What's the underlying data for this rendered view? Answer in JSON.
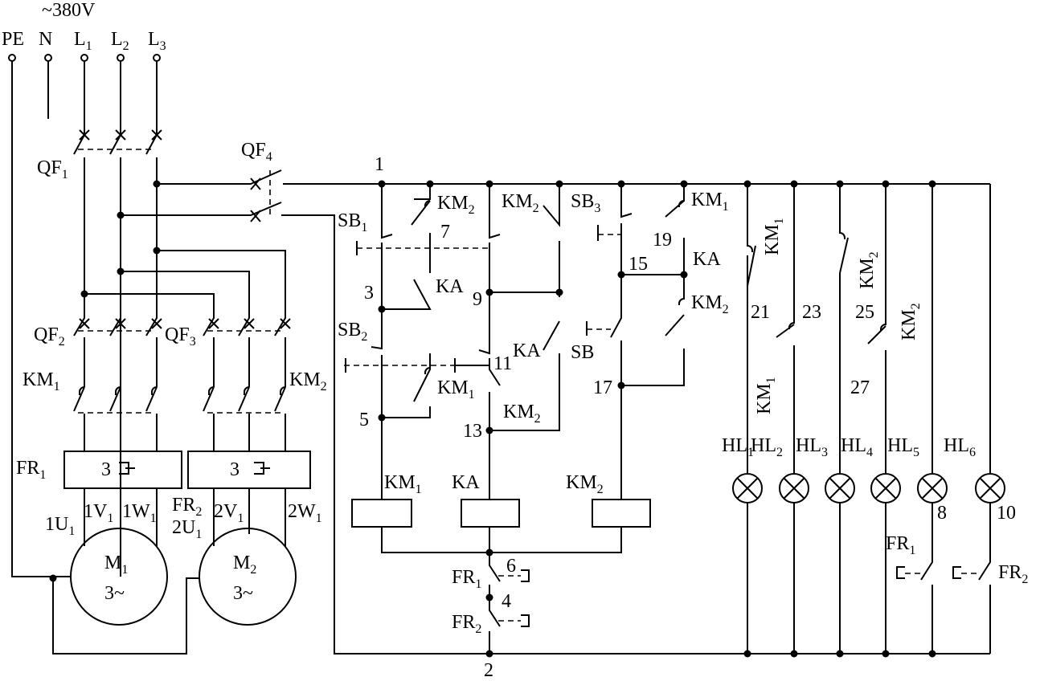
{
  "supply": {
    "voltage": "~380V",
    "pe": "PE",
    "n": "N",
    "l1": "L",
    "l1_sub": "1",
    "l2": "L",
    "l2_sub": "2",
    "l3": "L",
    "l3_sub": "3"
  },
  "power": {
    "qf1": "QF",
    "qf1_sub": "1",
    "qf2": "QF",
    "qf2_sub": "2",
    "qf3": "QF",
    "qf3_sub": "3",
    "qf4": "QF",
    "qf4_sub": "4",
    "km1": "KM",
    "km1_sub": "1",
    "km2": "KM",
    "km2_sub": "2",
    "fr1": "FR",
    "fr1_sub": "1",
    "fr2": "FR",
    "fr2_sub": "2",
    "fr_box1": "3",
    "fr_box2": "3",
    "t_1u": "1U",
    "t_1u_sub": "1",
    "t_1v": "1V",
    "t_1v_sub": "1",
    "t_1w": "1W",
    "t_1w_sub": "1",
    "t_2u": "2U",
    "t_2u_sub": "1",
    "t_2v": "2V",
    "t_2v_sub": "1",
    "t_2w": "2W",
    "t_2w_sub": "1",
    "m1": "M",
    "m1_sub": "1",
    "m1_phase": "3~",
    "m2": "M",
    "m2_sub": "2",
    "m2_phase": "3~"
  },
  "control": {
    "node1": "1",
    "node2": "2",
    "node3": "3",
    "node4": "4",
    "node5": "5",
    "node6": "6",
    "node7": "7",
    "node9": "9",
    "node11": "11",
    "node13": "13",
    "node15": "15",
    "node17": "17",
    "node19": "19",
    "sb1": "SB",
    "sb1_sub": "1",
    "sb2": "SB",
    "sb2_sub": "2",
    "sb3": "SB",
    "sb3_sub": "3",
    "sb": "SB",
    "ka": "KA",
    "km1": "KM",
    "km1_sub": "1",
    "km2": "KM",
    "km2_sub": "2",
    "coil_km1": "KM",
    "coil_km1_sub": "1",
    "coil_ka": "KA",
    "coil_km2": "KM",
    "coil_km2_sub": "2",
    "fr1": "FR",
    "fr1_sub": "1",
    "fr2": "FR",
    "fr2_sub": "2"
  },
  "lamps": {
    "node21": "21",
    "node23": "23",
    "node25": "25",
    "node27": "27",
    "node8": "8",
    "node10": "10",
    "hl": "HL",
    "hl1_sub": "1",
    "hl2_sub": "2",
    "hl3_sub": "3",
    "hl4_sub": "4",
    "hl5_sub": "5",
    "hl6_sub": "6",
    "km1": "KM",
    "km1_sub": "1",
    "km2": "KM",
    "km2_sub": "2",
    "fr1": "FR",
    "fr1_sub": "1",
    "fr2": "FR",
    "fr2_sub": "2"
  }
}
